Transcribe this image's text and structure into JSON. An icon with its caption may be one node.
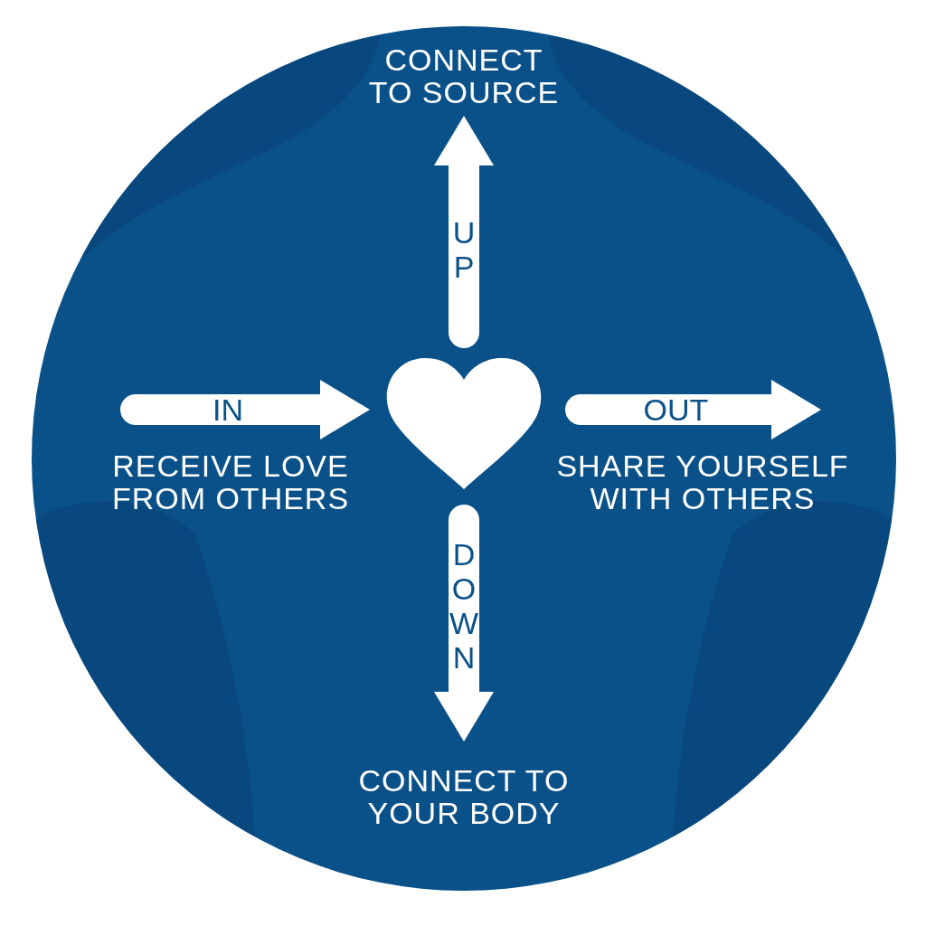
{
  "diagram": {
    "nodes": [
      {
        "text": [
          "CONNECT TO SOURCE"
        ]
      },
      {
        "text": [],
        "shape": "heart"
      },
      {
        "text": [
          "CONNECT TO YOUR BODY"
        ]
      }
    ],
    "edges": [
      {
        "from": 1,
        "to": 0,
        "arrow": "to",
        "label": "UP"
      },
      {
        "from": null,
        "to": 1,
        "arrow": "to",
        "label": "IN"
      },
      {
        "from": 1,
        "to": null,
        "arrow": "to",
        "label": "OUT"
      },
      {
        "from": 1,
        "to": 2,
        "arrow": "to",
        "label": "DOWN"
      }
    ],
    "labels": [
      "RECEIVE LOVE FROM OTHERS",
      "SHARE YOURSELF WITH OTHERS"
    ]
  }
}
